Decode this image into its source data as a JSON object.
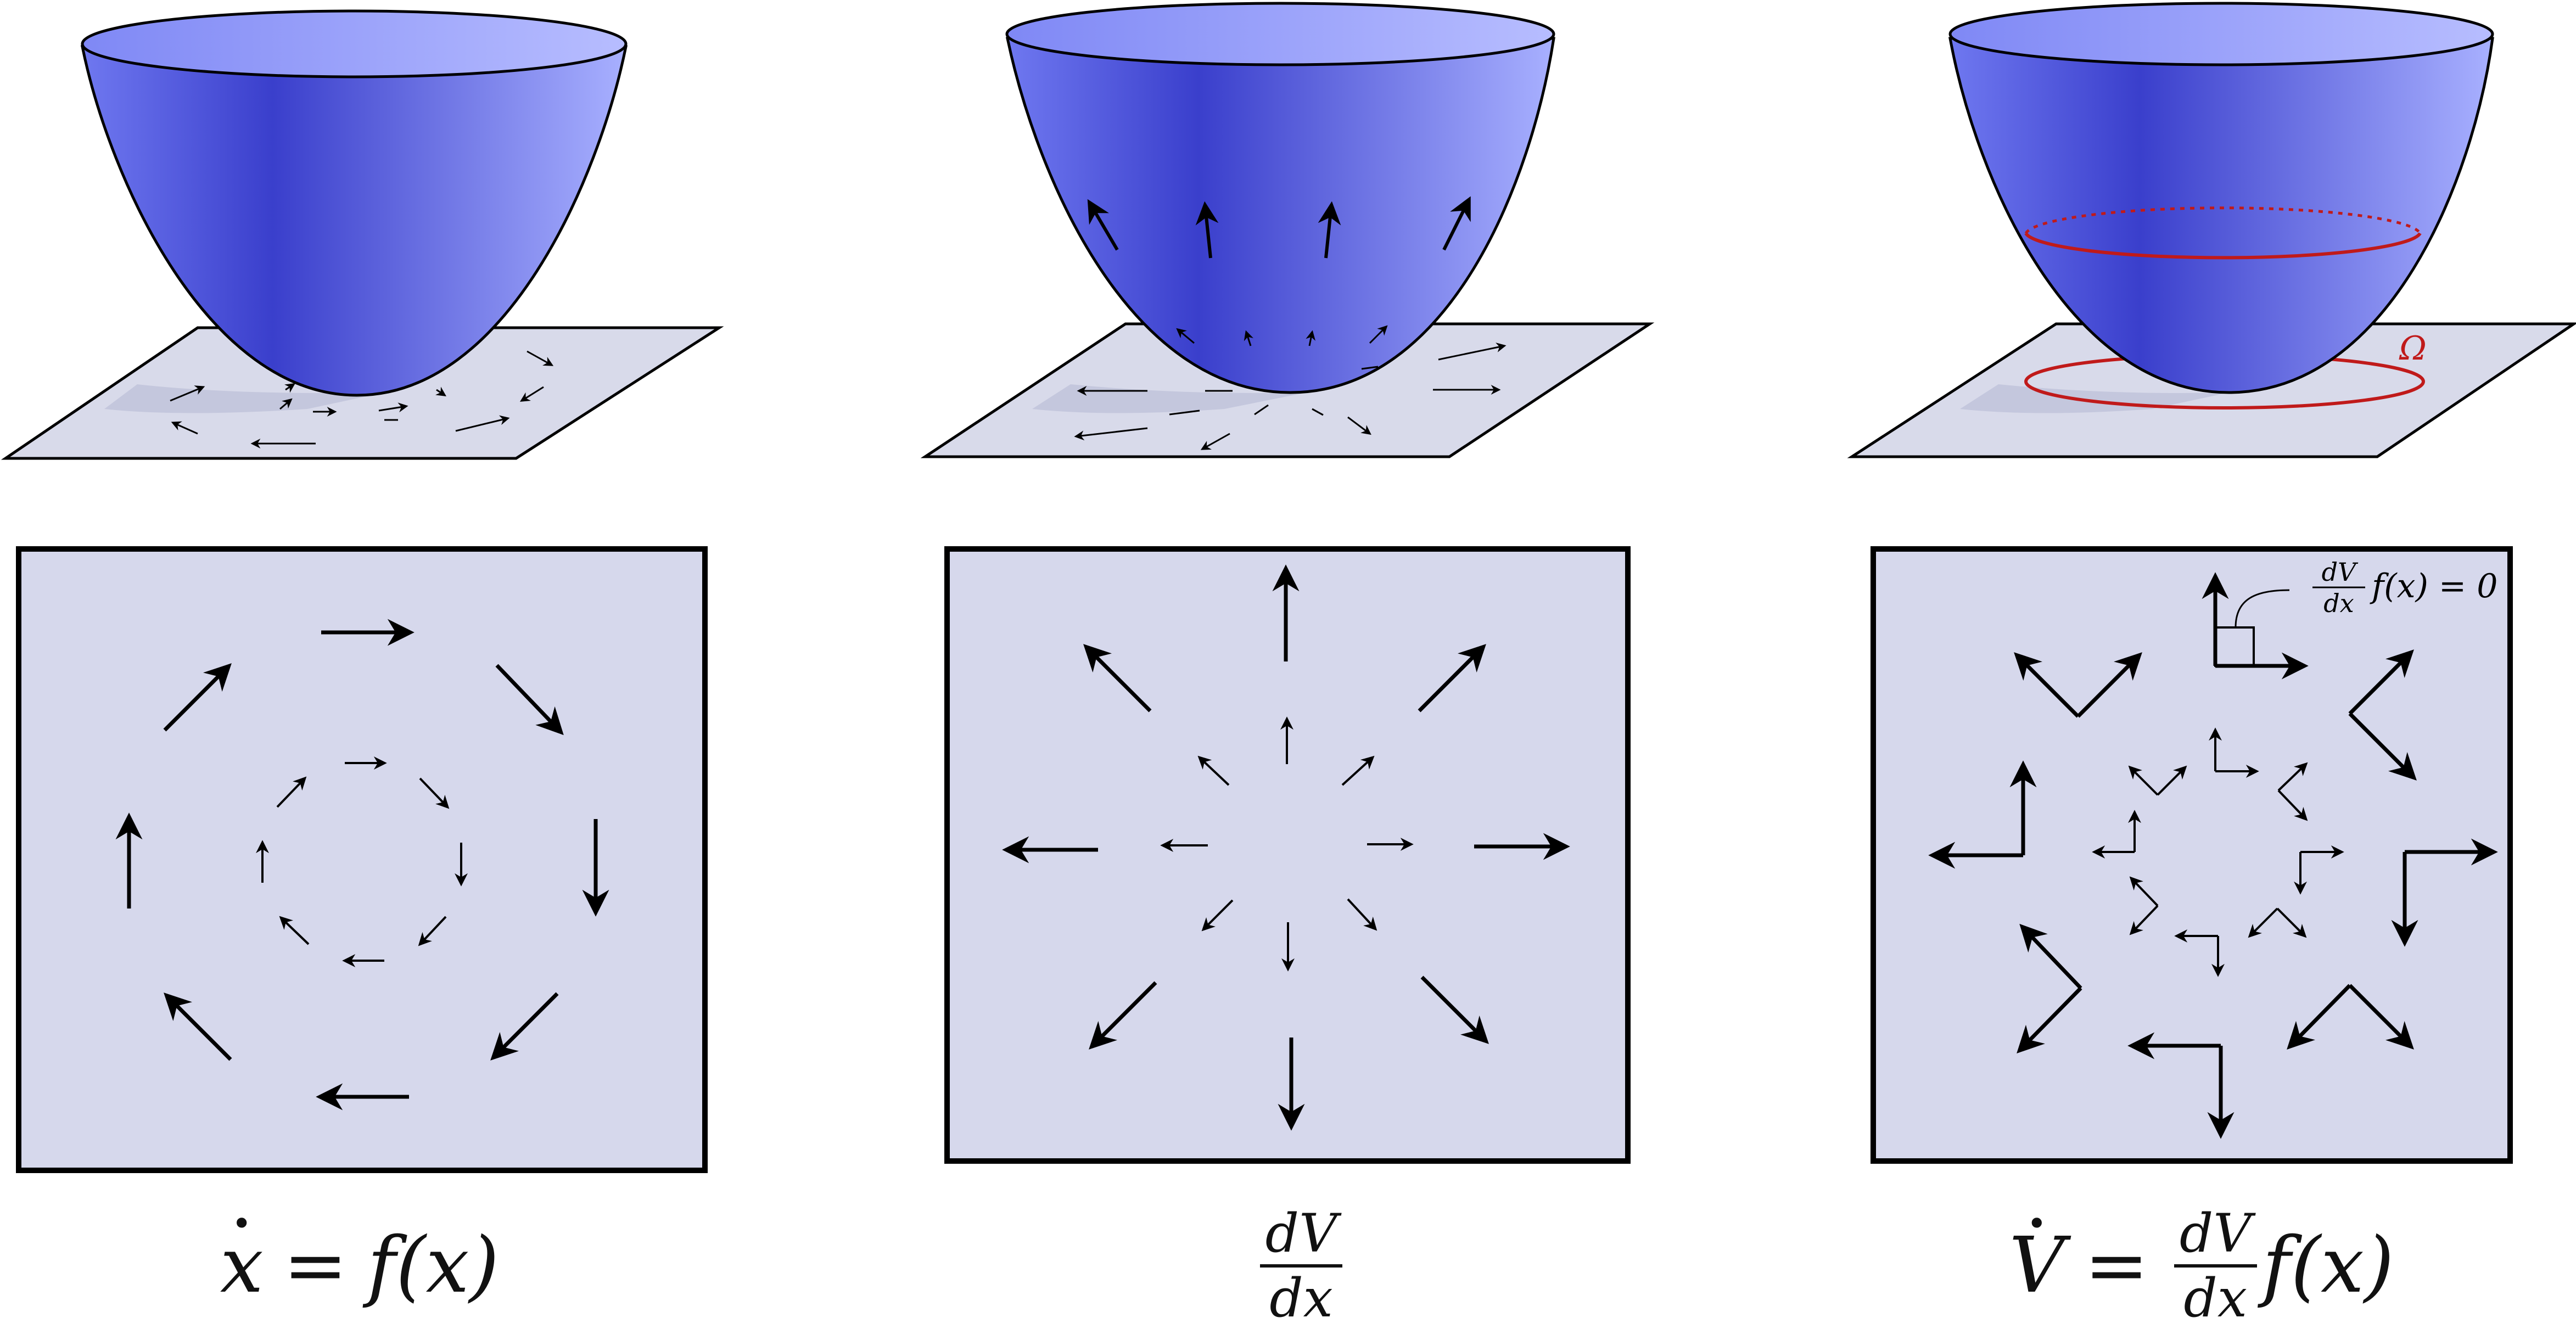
{
  "colors": {
    "bowl_dark": "#3a3fcc",
    "bowl_light": "#a8b0ff",
    "plane_fill": "#d8daea",
    "panel_fill": "#d6d8ec",
    "level_set": "#c01a1a",
    "ink": "#000000"
  },
  "panels": [
    {
      "id": "vector-field",
      "caption": {
        "lhs_dot": "x",
        "eq": "=",
        "rhs": "f(x)"
      }
    },
    {
      "id": "gradient",
      "caption": {
        "num": "dV",
        "den": "dx"
      }
    },
    {
      "id": "lyapunov-derivative",
      "caption": {
        "lhs_dot": "V",
        "eq": "=",
        "num": "dV",
        "den": "dx",
        "rhs": "f(x)"
      },
      "bowl_label": "Ω",
      "annotation": {
        "num": "dV",
        "den": "dx",
        "text": "f(x) = 0"
      }
    }
  ]
}
